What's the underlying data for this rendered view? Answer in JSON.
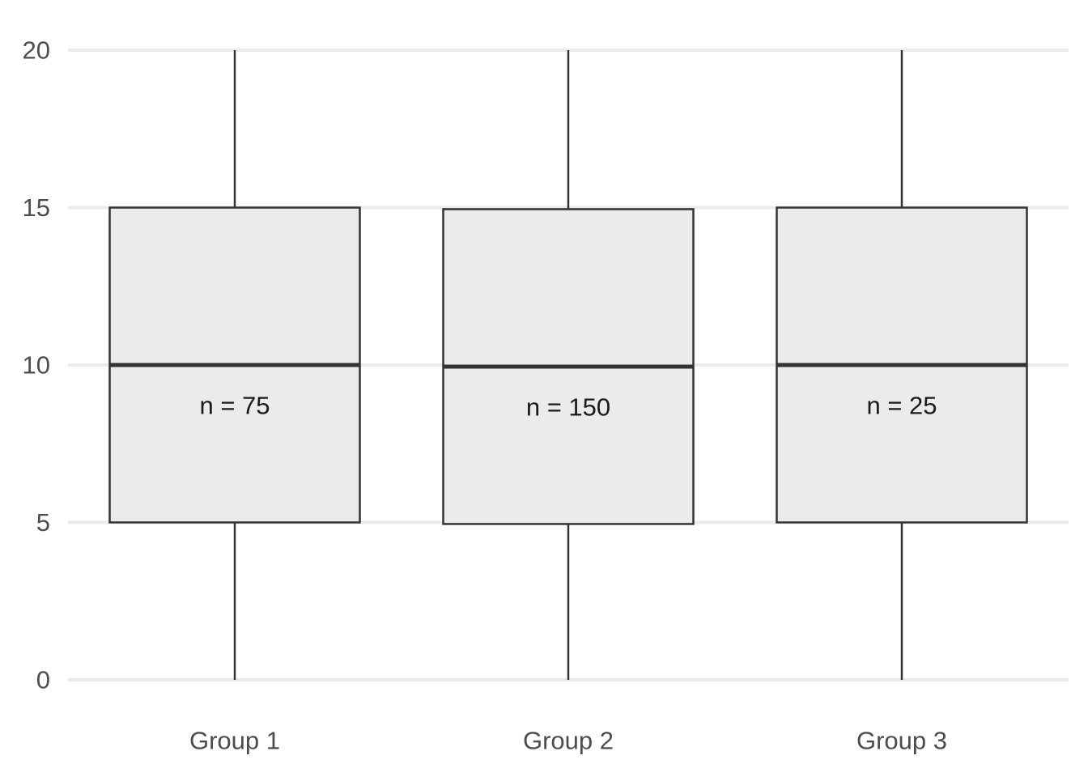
{
  "chart_data": {
    "type": "box",
    "title": "",
    "xlabel": "",
    "ylabel": "",
    "ylim": [
      0,
      20
    ],
    "yticks": [
      0,
      5,
      10,
      15,
      20
    ],
    "ytick_labels": [
      "0",
      "5",
      "10",
      "15",
      "20"
    ],
    "grid": "horizontal major",
    "categories": [
      "Group 1",
      "Group 2",
      "Group 3"
    ],
    "boxes": [
      {
        "category": "Group 1",
        "min": 0,
        "q1": 5,
        "median": 10,
        "q3": 15,
        "max": 20,
        "label": "n = 75"
      },
      {
        "category": "Group 2",
        "min": 0,
        "q1": 4.95,
        "median": 9.95,
        "q3": 14.95,
        "max": 20,
        "label": "n = 150"
      },
      {
        "category": "Group 3",
        "min": 0,
        "q1": 5,
        "median": 10,
        "q3": 15,
        "max": 20,
        "label": "n = 25"
      }
    ],
    "colors": {
      "box_fill": "#ebebeb",
      "box_stroke": "#333333",
      "grid": "#ebebeb",
      "tick_text": "#4d4d4d",
      "annotation_text": "#1a1a1a"
    }
  }
}
